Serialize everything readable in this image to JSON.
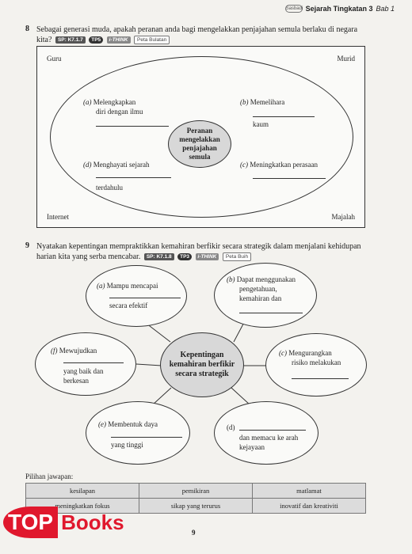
{
  "header": {
    "logo": "Sasbadi",
    "subject": "Sejarah Tingkatan 3",
    "chapter": "Bab 1"
  },
  "q8": {
    "number": "8",
    "text_line1": "Sebagai generasi muda, apakah peranan anda bagi mengelakkan penjajahan semula berlaku di negara",
    "text_line2": "kita?",
    "tags": {
      "sp": "SP: K7.1.7",
      "tp": "TP5",
      "think": "i-THINK",
      "peta": "Peta Bulatan"
    },
    "corners": {
      "tl": "Guru",
      "tr": "Murid",
      "bl": "Internet",
      "br": "Majalah"
    },
    "center": "Peranan mengelakkan penjajahan semula",
    "a": {
      "letter": "(a)",
      "line1": "Melengkapkan",
      "line2": "diri dengan ilmu"
    },
    "b": {
      "letter": "(b)",
      "line1": "Memelihara",
      "line2": "kaum"
    },
    "c": {
      "letter": "(c)",
      "line1": "Meningkatkan perasaan"
    },
    "d": {
      "letter": "(d)",
      "line1": "Menghayati sejarah",
      "line2": "terdahulu"
    }
  },
  "q9": {
    "number": "9",
    "text_line1": "Nyatakan kepentingan mempraktikkan kemahiran berfikir secara strategik dalam menjalani kehidupan",
    "text_line2": "harian kita yang serba mencabar.",
    "tags": {
      "sp": "SP: K7.1.8",
      "tp": "TP3",
      "think": "i-THINK",
      "peta": "Peta Buih"
    },
    "center": "Kepentingan kemahiran berfikir secara strategik",
    "a": {
      "letter": "(a)",
      "line1": "Mampu mencapai",
      "line2": "secara efektif"
    },
    "b": {
      "letter": "(b)",
      "line1": "Dapat menggunakan",
      "line2": "pengetahuan,",
      "line3": "kemahiran dan"
    },
    "c": {
      "letter": "(c)",
      "line1": "Mengurangkan",
      "line2": "risiko melakukan"
    },
    "d": {
      "letter": "(d)",
      "line2": "dan memacu ke arah",
      "line3": "kejayaan"
    },
    "e": {
      "letter": "(e)",
      "line1": "Membentuk daya",
      "line2": "yang tinggi"
    },
    "f": {
      "letter": "(f)",
      "line1": "Mewujudkan",
      "line2": "yang baik dan",
      "line3": "berkesan"
    }
  },
  "choices": {
    "title": "Pilihan jawapan:",
    "row1": [
      "kesilapan",
      "pemikiran",
      "matlamat"
    ],
    "row2": [
      "meningkatkan fokus",
      "sikap yang terurus",
      "inovatif dan kreativiti"
    ]
  },
  "page_number": "9",
  "watermark": {
    "top": "TOP",
    "books": "Books"
  }
}
